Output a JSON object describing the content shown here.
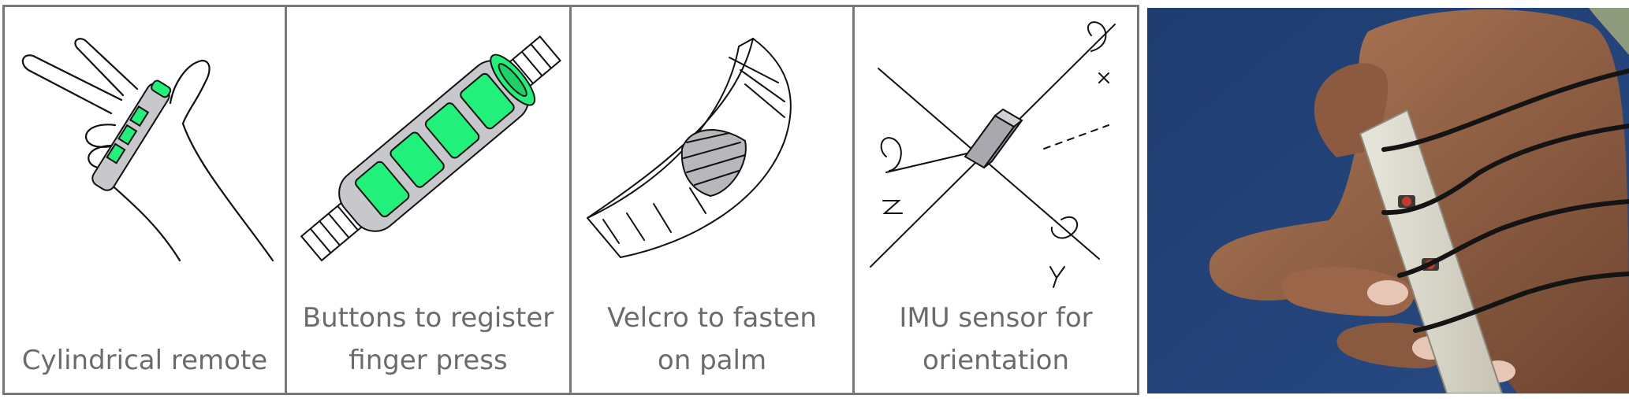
{
  "panels": [
    {
      "caption_lines": [
        "Cylindrical remote"
      ],
      "icon": "hand-holding-remote-sketch"
    },
    {
      "caption_lines": [
        "Buttons to register",
        "finger press"
      ],
      "icon": "cylinder-buttons-sketch"
    },
    {
      "caption_lines": [
        "Velcro to fasten",
        "on palm"
      ],
      "icon": "velcro-strap-sketch"
    },
    {
      "caption_lines": [
        "IMU sensor for",
        "orientation"
      ],
      "icon": "imu-axes-sketch"
    }
  ],
  "photo": {
    "icon": "hand-holding-prototype-photo"
  },
  "imu_axes": [
    "x",
    "y",
    "z"
  ],
  "colors": {
    "button_green": "#21f07a",
    "body_gray": "#c8c8cc",
    "border": "#777777",
    "caption": "#6b6b6b",
    "photo_bg": "#1f3f73"
  }
}
